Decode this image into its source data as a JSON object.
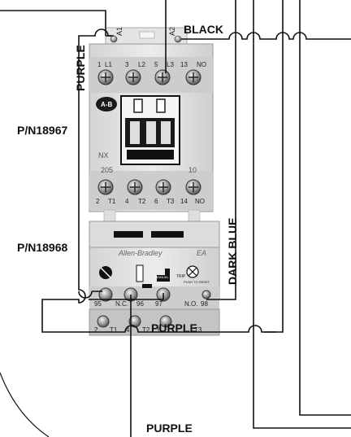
{
  "labels": {
    "wire_black": "BLACK",
    "wire_purple_vertical": "PURPLE",
    "wire_dark_blue": "DARK BLUE",
    "wire_purple_bottom": "PURPLE",
    "wire_purple_lower": "PURPLE",
    "part_contactor": "P/N18967",
    "part_overload": "P/N18968"
  },
  "contactor": {
    "coil_terminals": [
      "A1",
      "A2"
    ],
    "top_terminals": [
      "1",
      "L1",
      "3",
      "L2",
      "5",
      "L3",
      "13",
      "NO"
    ],
    "bottom_terminals": [
      "2",
      "T1",
      "4",
      "T2",
      "6",
      "T3",
      "14",
      "NO"
    ],
    "series": "NX",
    "code": "205",
    "aux_number": "10",
    "brand_logo": "A-B"
  },
  "overload": {
    "brand": "Allen-Bradley",
    "model": "EA",
    "aux_terminals": [
      "95",
      "N.C.",
      "96",
      "97",
      "N.O.",
      "98"
    ],
    "bottom_terminals": [
      "2",
      "T1",
      "4",
      "T2",
      "6",
      "T3"
    ],
    "reset_label": "PUSH TO RESET",
    "trip_label": "TRIP",
    "manual_label": "MANUAL"
  },
  "colors": {
    "device_body": "#e6e6e6",
    "device_shadow": "#b9b9b9",
    "wire": "#111111",
    "screw": "#8a8a8a"
  }
}
